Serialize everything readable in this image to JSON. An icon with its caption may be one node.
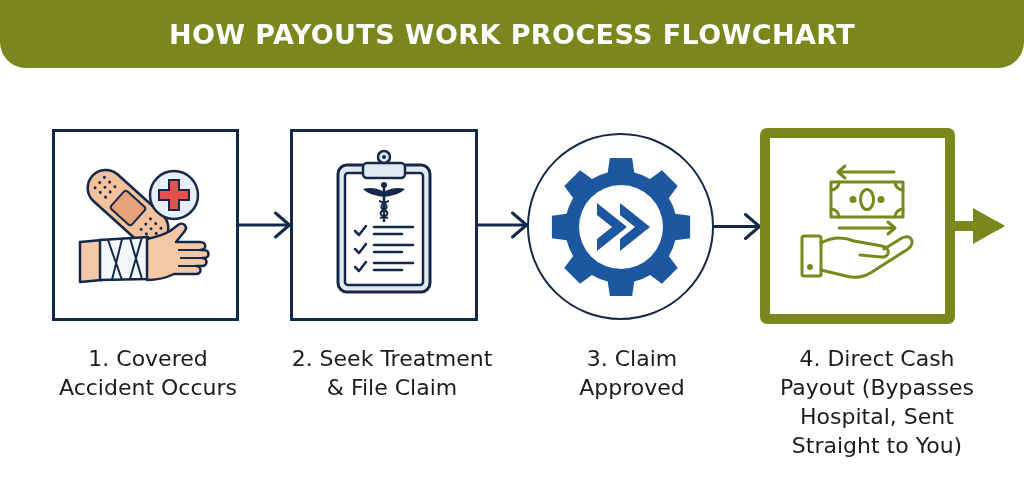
{
  "diagram": {
    "title": "HOW PAYOUTS WORK PROCESS FLOWCHART",
    "nodes": [
      {
        "text": [
          "1. Covered Accident Occurs"
        ]
      },
      {
        "text": [
          "2. Seek Treatment & File Claim"
        ]
      },
      {
        "text": [
          "3. Claim Approved"
        ]
      },
      {
        "text": [
          "4. Direct Cash Payout (Bypasses Hospital, Sent Straight to You)"
        ]
      }
    ],
    "edges": [
      {
        "from": 0,
        "to": 1,
        "arrow": "to"
      },
      {
        "from": 1,
        "to": 2,
        "arrow": "to"
      },
      {
        "from": 2,
        "to": 3,
        "arrow": "to"
      },
      {
        "from": 3,
        "to": null,
        "arrow": "to",
        "style": "thick",
        "color": "#7a871c"
      }
    ]
  }
}
